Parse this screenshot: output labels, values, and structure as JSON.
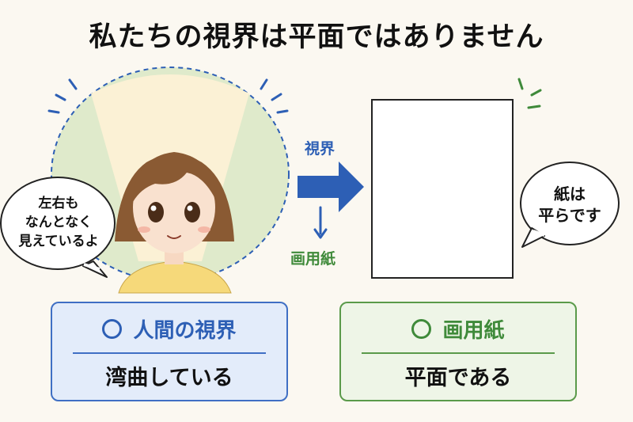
{
  "title": "私たちの視界は平面ではありません",
  "girl_bubble": {
    "line1": "左右も",
    "line2": "なんとなく",
    "line3": "見えているよ"
  },
  "paper_bubble": {
    "line1": "紙は",
    "line2": "平らです"
  },
  "arrow_label_view": "視界",
  "arrow_label_paper": "画用紙",
  "cards": {
    "human": {
      "heading": "人間の視界",
      "body": "湾曲している"
    },
    "paper": {
      "heading": "画用紙",
      "body": "平面である"
    }
  },
  "colors": {
    "blue": "#2d5fb5",
    "green": "#3f8a3a",
    "background": "#fbf8f1",
    "field_of_view": "#dfeacb",
    "cone": "#fbf1d5"
  }
}
